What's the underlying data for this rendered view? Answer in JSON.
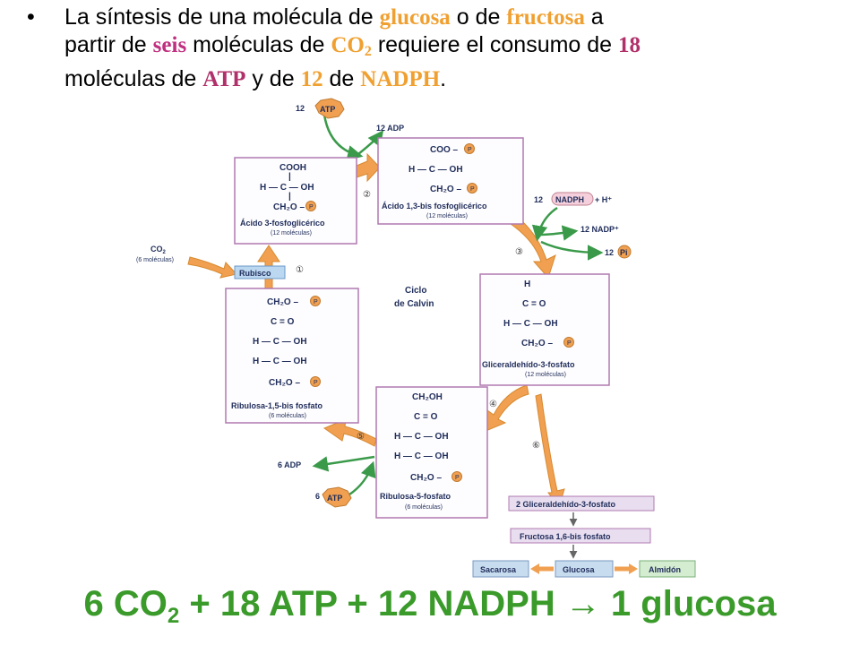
{
  "bullet": {
    "l1_a": "La síntesis de una molécula de ",
    "l1_b": "glucosa",
    "l1_c": " o de ",
    "l1_d": "fructosa",
    "l1_e": " a",
    "l2_a": "partir de ",
    "l2_b": "seis",
    "l2_c": " moléculas de ",
    "l2_d": "CO",
    "l2_d_sub": "2",
    "l2_e": " requiere el consumo de ",
    "l2_f": "18",
    "l3_a": "moléculas de ",
    "l3_b": "ATP",
    "l3_c": " y de ",
    "l3_d": "12",
    "l3_e": " de ",
    "l3_f": "NADPH",
    "l3_g": "."
  },
  "equation": {
    "part1": "6 CO",
    "sub": "2",
    "part2": " + 18 ATP + 12 NADPH ",
    "arrow": "→",
    "part3": " 1 glucosa"
  },
  "diagram": {
    "center_1": "Ciclo",
    "center_2": "de Calvin",
    "co2_in": "CO",
    "co2_in_sub": "2",
    "co2_in_count": "(6 moléculas)",
    "rubisco": "Rubisco",
    "steps": [
      "①",
      "②",
      "③",
      "④",
      "⑤",
      "⑥"
    ],
    "atp12": "12",
    "atp_label": "ATP",
    "adp12": "12  ADP",
    "nadph_count": "12",
    "nadph": "NADPH",
    "h_plus": "+ H⁺",
    "nadp_out": "12  NADP⁺",
    "pi_count": "12",
    "pi": "Pi",
    "adp6": "6  ADP",
    "atp6": "6",
    "p": "P",
    "box_3pg": {
      "l1": "COOH",
      "l2": "|",
      "l3": "H — C — OH",
      "l4": "|",
      "l5": "CH₂O –",
      "name": "Ácido 3-fosfoglicérico",
      "count": "(12 moléculas)"
    },
    "box_13bpg": {
      "l1": "COO –",
      "l3": "H — C — OH",
      "l5": "CH₂O –",
      "name": "Ácido 1,3-bis fosfoglicérico",
      "count": "(12 moléculas)"
    },
    "box_g3p": {
      "l1": "H",
      "l3": "C = O",
      "l5": "H — C — OH",
      "l7": "CH₂O –",
      "name": "Gliceraldehído-3-fosfato",
      "count": "(12 moléculas)"
    },
    "box_rubp": {
      "l1": "CH₂O –",
      "l3": "C = O",
      "l5": "H — C — OH",
      "l7": "H — C — OH",
      "l9": "CH₂O –",
      "name": "Ribulosa-1,5-bis fosfato",
      "count": "(6 moléculas)"
    },
    "box_ru5p": {
      "l1": "CH₂OH",
      "l3": "C = O",
      "l5": "H — C — OH",
      "l7": "H — C — OH",
      "l9": "CH₂O –",
      "name": "Ribulosa-5-fosfato",
      "count": "(6 moléculas)"
    },
    "out_g3p": "2 Gliceraldehído-3-fosfato",
    "fructose": "Fructosa 1,6-bis fosfato",
    "sacarosa": "Sacarosa",
    "glucosa": "Glucosa",
    "almidon": "Almidón",
    "colors": {
      "box_border": "#b07ab0",
      "arrow": "#f0a050",
      "green_arrow": "#3a9a4a",
      "phosphate": "#f0a050",
      "rubisco_fill": "#bcd8f0",
      "title_orange": "#f0a030",
      "title_pink": "#c03080",
      "equation_green": "#3a9a2a"
    }
  }
}
